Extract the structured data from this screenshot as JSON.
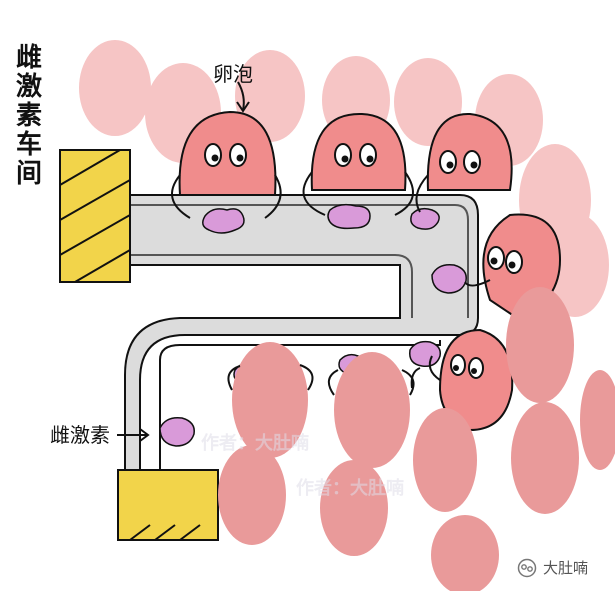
{
  "title_chars": [
    "雌",
    "激",
    "素",
    "车",
    "间"
  ],
  "labels": {
    "egg": "卵泡",
    "hormone": "雌激素"
  },
  "watermark": {
    "text": "作者：大肚喃"
  },
  "brand": {
    "name": "大肚喃",
    "icon": "wechat-channel-icon"
  },
  "colors": {
    "egg_fill": "#f08c8c",
    "egg_bg_fill": "#f4b3b3",
    "hormone_blob": "#d99ad9",
    "conveyor": "#d9d9d9",
    "box_fill": "#f2d44a",
    "outline": "#111111",
    "watermark": "#e0dde8"
  }
}
